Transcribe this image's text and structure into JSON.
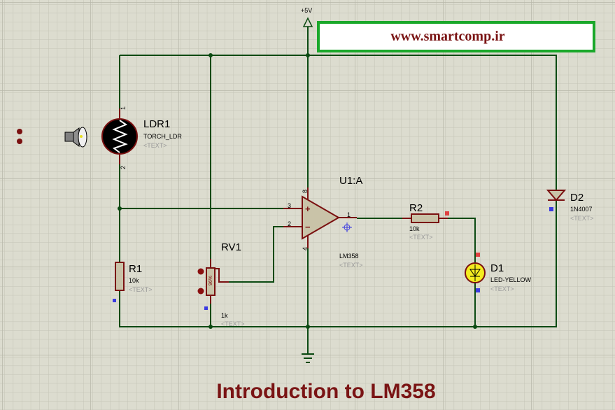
{
  "website_banner": "www.smartcomp.ir",
  "title": "Introduction to LM358",
  "power": {
    "label": "+5V"
  },
  "components": {
    "ldr": {
      "ref": "LDR1",
      "value": "TORCH_LDR",
      "text": "<TEXT>",
      "pin_top": "1",
      "pin_bottom": "2"
    },
    "r1": {
      "ref": "R1",
      "value": "10k",
      "text": "<TEXT>"
    },
    "rv1": {
      "ref": "RV1",
      "value": "1k",
      "text": "<TEXT>",
      "wiper_percent": "96%"
    },
    "opamp": {
      "ref": "U1:A",
      "value": "LM358",
      "text": "<TEXT>",
      "pin_plus": "3",
      "pin_minus": "2",
      "pin_out": "1",
      "pin_vcc": "8",
      "pin_gnd": "4",
      "plus_sign": "+",
      "minus_sign": "−"
    },
    "r2": {
      "ref": "R2",
      "value": "10k",
      "text": "<TEXT>"
    },
    "d1": {
      "ref": "D1",
      "value": "LED-YELLOW",
      "text": "<TEXT>"
    },
    "d2": {
      "ref": "D2",
      "value": "1N4007",
      "text": "<TEXT>"
    }
  },
  "colors": {
    "wire": "#0b4a12",
    "part": "#7a1010",
    "banner_border": "#1aa82a",
    "title": "#7a1414"
  }
}
